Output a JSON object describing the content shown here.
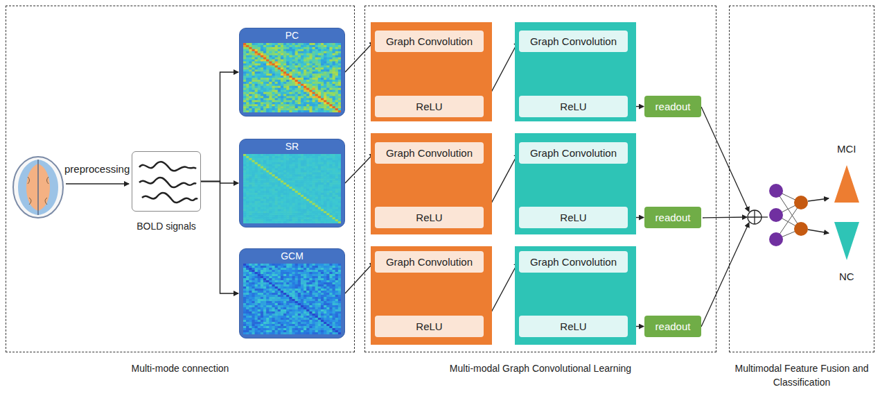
{
  "diagram": {
    "nodes": [
      {
        "text": [
          "Multi-mode connection"
        ]
      },
      {
        "text": [
          "BOLD signals"
        ],
        "in": 0
      },
      {
        "text": [
          "PC"
        ],
        "in": 0
      },
      {
        "text": [
          "SR"
        ],
        "in": 0
      },
      {
        "text": [
          "GCM"
        ],
        "in": 0
      },
      {
        "text": [
          "Multi-modal Graph Convolutional Learning"
        ]
      },
      {
        "text": [
          "Graph Convolution"
        ],
        "in": 5
      },
      {
        "text": [
          "ReLU"
        ],
        "in": 5
      },
      {
        "text": [
          "Graph Convolution"
        ],
        "in": 5
      },
      {
        "text": [
          "ReLU"
        ],
        "in": 5
      },
      {
        "text": [
          "readout"
        ],
        "in": 5
      },
      {
        "text": [
          "Graph Convolution"
        ],
        "in": 5
      },
      {
        "text": [
          "ReLU"
        ],
        "in": 5
      },
      {
        "text": [
          "Graph Convolution"
        ],
        "in": 5
      },
      {
        "text": [
          "ReLU"
        ],
        "in": 5
      },
      {
        "text": [
          "readout"
        ],
        "in": 5
      },
      {
        "text": [
          "Graph Convolution"
        ],
        "in": 5
      },
      {
        "text": [
          "ReLU"
        ],
        "in": 5
      },
      {
        "text": [
          "Graph Convolution"
        ],
        "in": 5
      },
      {
        "text": [
          "ReLU"
        ],
        "in": 5
      },
      {
        "text": [
          "readout"
        ],
        "in": 5
      },
      {
        "text": [
          "Multimodal Feature Fusion and Classification"
        ]
      }
    ],
    "edges": [
      {
        "from": 1,
        "to": 2,
        "arrow": "to"
      },
      {
        "from": 1,
        "to": 3,
        "arrow": "to"
      },
      {
        "from": 1,
        "to": 4,
        "arrow": "to"
      },
      {
        "from": 2,
        "to": 6,
        "arrow": "to"
      },
      {
        "from": 6,
        "to": 7,
        "arrow": "to"
      },
      {
        "from": 7,
        "to": 8,
        "arrow": "to"
      },
      {
        "from": 8,
        "to": 9,
        "arrow": "to"
      },
      {
        "from": 9,
        "to": 10,
        "arrow": "to"
      },
      {
        "from": 3,
        "to": 11,
        "arrow": "to"
      },
      {
        "from": 11,
        "to": 12,
        "arrow": "to"
      },
      {
        "from": 12,
        "to": 13,
        "arrow": "to"
      },
      {
        "from": 13,
        "to": 14,
        "arrow": "to"
      },
      {
        "from": 14,
        "to": 15,
        "arrow": "to"
      },
      {
        "from": 4,
        "to": 16,
        "arrow": "to"
      },
      {
        "from": 16,
        "to": 17,
        "arrow": "to"
      },
      {
        "from": 17,
        "to": 18,
        "arrow": "to"
      },
      {
        "from": 18,
        "to": 19,
        "arrow": "to"
      },
      {
        "from": 19,
        "to": 20,
        "arrow": "to"
      }
    ],
    "labels": [
      "preprocessing",
      "MCI",
      "NC"
    ]
  }
}
